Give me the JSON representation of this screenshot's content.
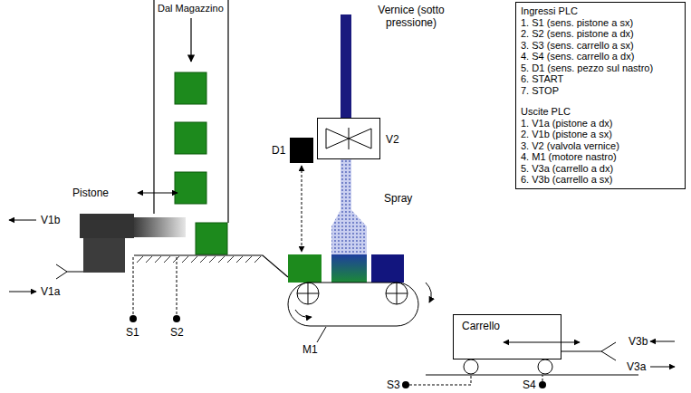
{
  "diagram": {
    "nodes": [
      {
        "text": [
          "Ingressi PLC",
          "1. S1 (sens. pistone a sx)",
          "2. S2 (sens. pistone a dx)",
          "3. S3 (sens. carrello a sx)",
          "4. S4 (sens. carrello a dx)",
          "5. D1 (sens. pezzo sul nastro)",
          "6. START",
          "7. STOP",
          "Uscite PLC",
          "1. V1a (pistone a dx)",
          "2. V1b (pistone a sx)",
          "3. V2 (valvola vernice)",
          "4. M1 (motore nastro)",
          "5. V3a (carrello a dx)",
          "6. V3b (carrello a sx)"
        ]
      },
      {
        "text": [
          "V2"
        ]
      },
      {
        "text": [
          "Carrello"
        ]
      }
    ],
    "labels": [
      "Dal Magazzino",
      "Vernice (sotto pressione)",
      "Pistone",
      "D1",
      "Spray",
      "V1b",
      "V1a",
      "S1",
      "S2",
      "M1",
      "S3",
      "S4",
      "V3b",
      "V3a"
    ]
  }
}
